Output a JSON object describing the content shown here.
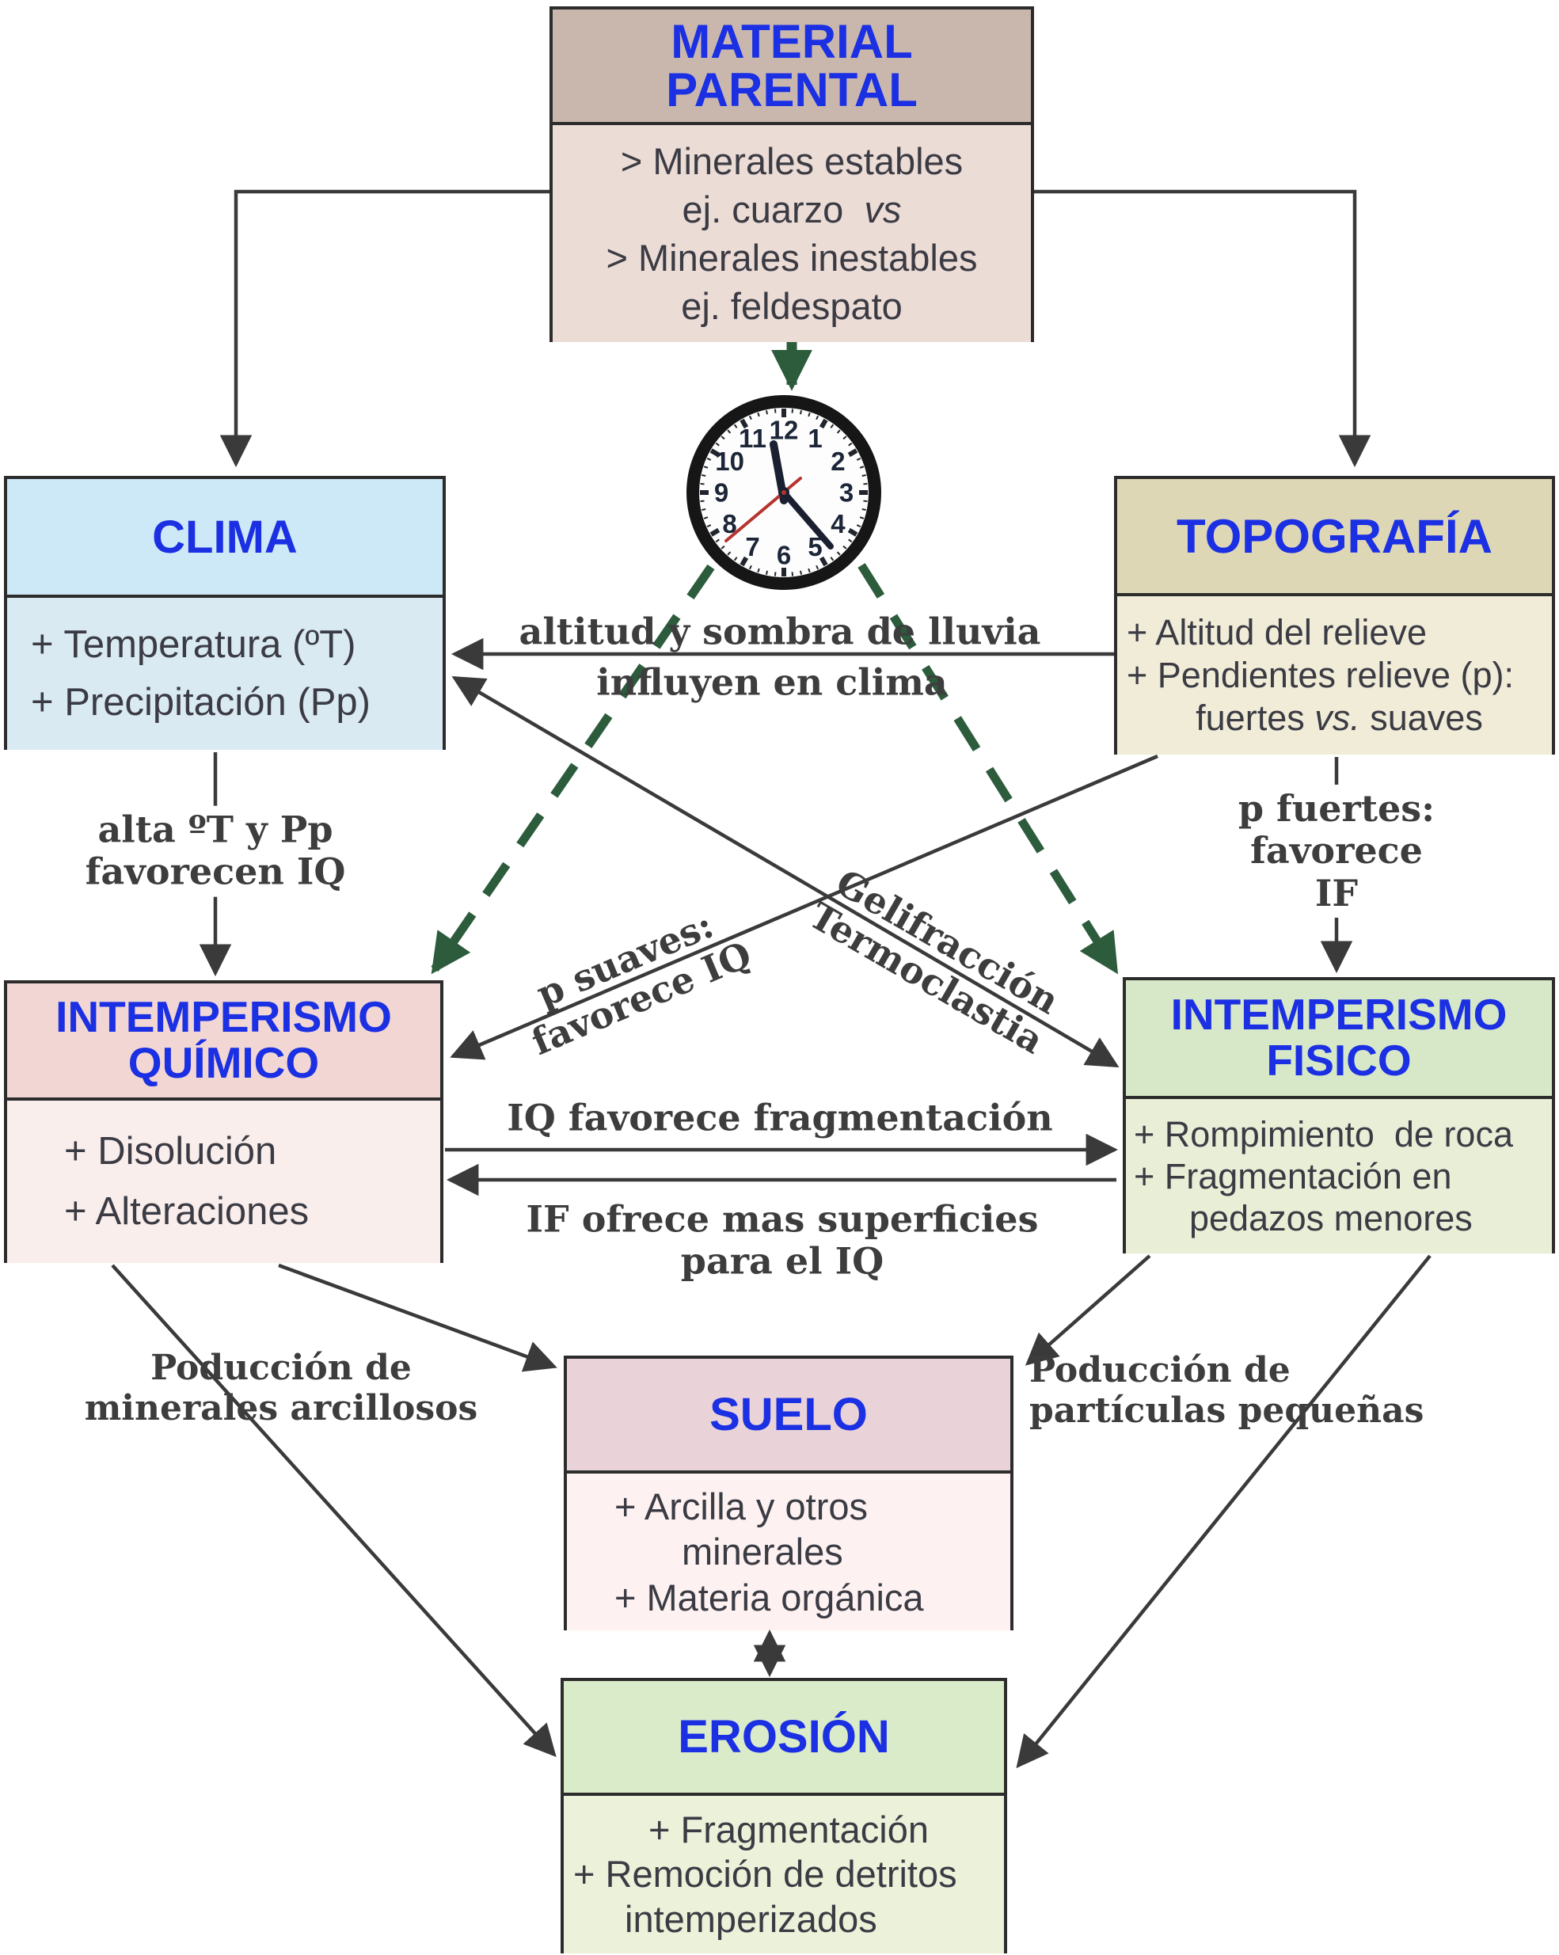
{
  "colors": {
    "title_blue": "#1b2fe3",
    "arrow_dark": "#3a3a3a",
    "arrow_green": "#2c5c3c"
  },
  "boxes": {
    "material_parental": {
      "title": "MATERIAL\nPARENTAL",
      "line1": "> Minerales estables",
      "line2a": "ej. cuarzo  ",
      "line2b": "vs",
      "line3": "> Minerales inestables",
      "line4": "ej. feldespato"
    },
    "clima": {
      "title": "CLIMA",
      "line1": "+ Temperatura (ºT)",
      "line2": "+ Precipitación (Pp)"
    },
    "topografia": {
      "title": "TOPOGRAFÍA",
      "line1": "+ Altitud del relieve",
      "line2": "+ Pendientes relieve (p):",
      "line3a": "fuertes ",
      "line3b": "vs.",
      "line3c": " suaves"
    },
    "intemperismo_quimico": {
      "title": "INTEMPERISMO\nQUÍMICO",
      "line1": "+ Disolución",
      "line2": "+ Alteraciones"
    },
    "intemperismo_fisico": {
      "title": "INTEMPERISMO\nFISICO",
      "line1": "+ Rompimiento  de roca",
      "line2": "+ Fragmentación en",
      "line3": "pedazos menores"
    },
    "suelo": {
      "title": "SUELO",
      "line1": "+ Arcilla y otros",
      "line2": "minerales",
      "line3": "+ Materia orgánica"
    },
    "erosion": {
      "title": "EROSIÓN",
      "line1": "+ Fragmentación",
      "line2": "+ Remoción de detritos",
      "line3": "intemperizados"
    }
  },
  "edge_labels": {
    "topografia_clima_1": "altitud y sombra de lluvia",
    "topografia_clima_2": "influyen en clima",
    "clima_iq": "alta ºT y Pp\nfavorecen IQ",
    "topografia_if": "p fuertes:\nfavorece IF",
    "topografia_iq": "p suaves:\nfavorece IQ",
    "clima_if": "Gelifracción\nTermoclastia",
    "iq_if": "IQ favorece fragmentación",
    "if_iq": "IF ofrece mas superficies\npara el IQ",
    "iq_suelo": "Poducción de\nminerales arcillosos",
    "if_suelo": "Poducción de\npartículas pequeñas"
  },
  "clock": {
    "numbers": [
      "12",
      "1",
      "2",
      "3",
      "4",
      "5",
      "6",
      "7",
      "8",
      "9",
      "10",
      "11"
    ]
  }
}
